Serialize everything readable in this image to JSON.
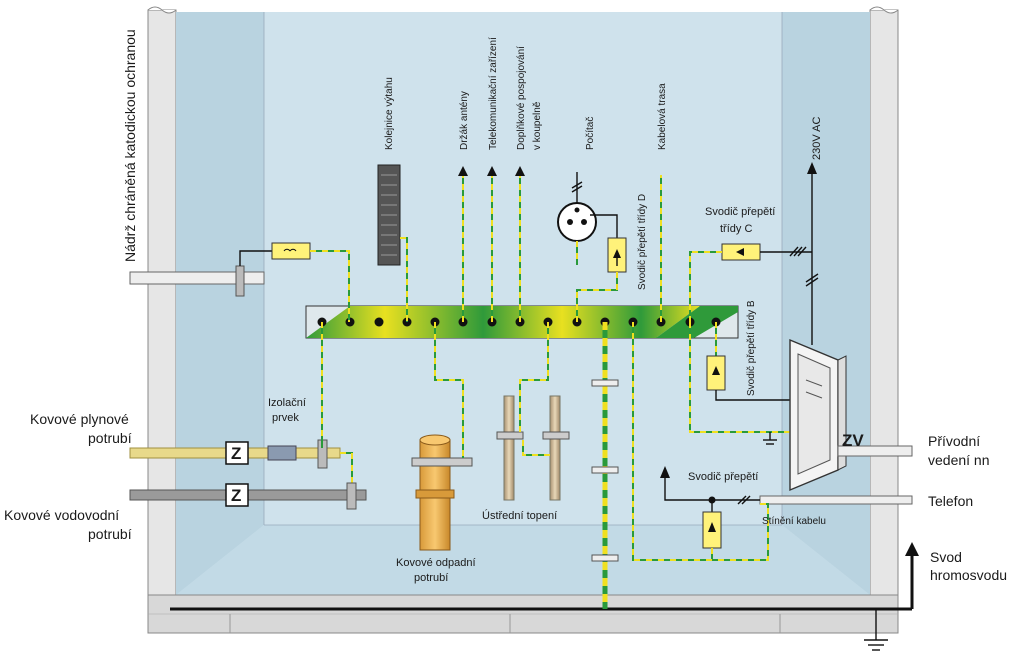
{
  "labels": {
    "tank": "Nádrž chráněná katodickou ochranou",
    "gas_pipe": [
      "Kovové plynové",
      "potrubí"
    ],
    "water_pipe": [
      "Kovové vodovodní",
      "potrubí"
    ],
    "insulator": [
      "Izolační",
      "prvek"
    ],
    "waste_pipe": [
      "Kovové odpadní",
      "potrubí"
    ],
    "heating": "Ústřední topení",
    "elevator_rails": "Kolejnice výtahu",
    "antenna": "Držák antény",
    "telecom": "Telekomunikační zařízení",
    "extra_bonding": [
      "Doplňkové pospojování",
      "v koupelně"
    ],
    "computer": "Počítač",
    "cable_route": "Kabelová trasa",
    "spd_d": "Svodič přepětí třídy D",
    "spd_c": [
      "Svodič přepětí",
      "třídy C"
    ],
    "spd_b": "Svodič přepětí třídy B",
    "ac": "230V AC",
    "spd": "Svodič přepětí",
    "cable_shield": "Stínění kabelu",
    "lv_supply": [
      "Přívodní",
      "vedení nn"
    ],
    "phone": "Telefon",
    "lightning": [
      "Svod",
      "hromosvodu"
    ],
    "z_symbol": "Z",
    "zv_symbol": "ZV"
  },
  "colors": {
    "wall": "#e6e6e6",
    "interior": "#cfe2ec",
    "pe_green": "#2a9a3a",
    "pe_yellow": "#f0e020",
    "gas": "#e8d98a",
    "water": "#9a9a9a"
  }
}
